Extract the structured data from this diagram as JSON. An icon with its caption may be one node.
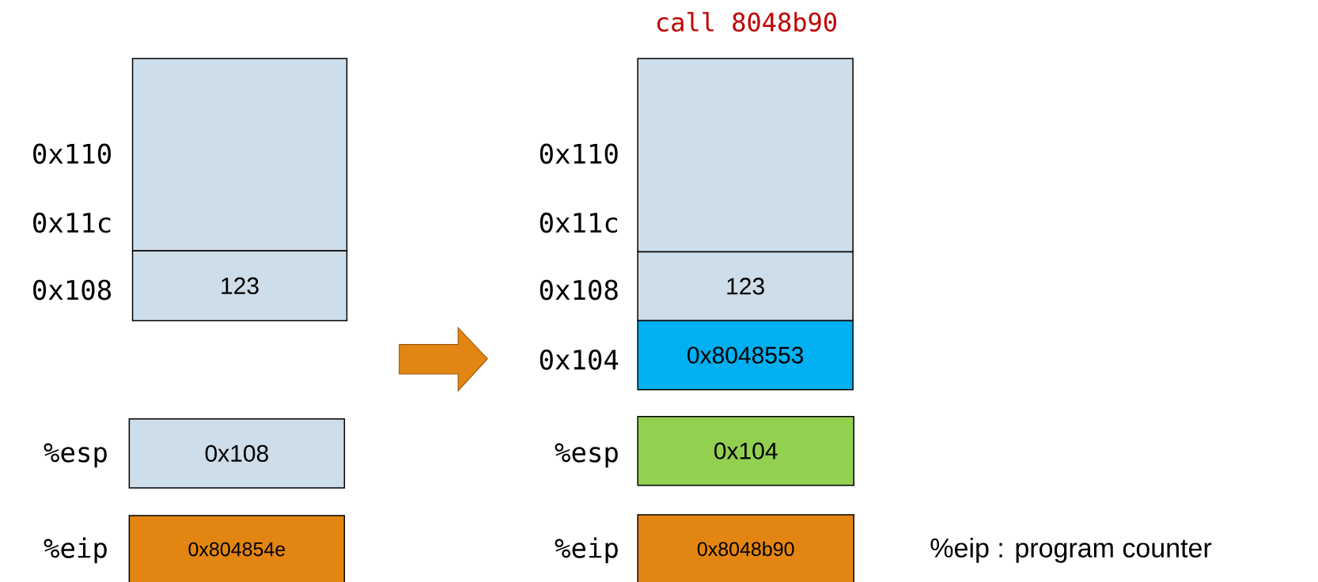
{
  "diagram": {
    "nodes": [
      {
        "text": [],
        "shape": "box"
      },
      {
        "text": [
          "123"
        ]
      },
      {
        "text": [
          "0x108"
        ]
      },
      {
        "text": [
          "0x804854e"
        ]
      },
      {
        "text": [],
        "shape": "box"
      },
      {
        "text": [
          "123"
        ]
      },
      {
        "text": [
          "0x8048553"
        ]
      },
      {
        "text": [
          "0x104"
        ]
      },
      {
        "text": [
          "0x8048b90"
        ]
      }
    ],
    "labels": [
      "call 8048b90",
      "0x110",
      "0x110",
      "0x11c",
      "0x11c",
      "0x108",
      "0x108",
      "0x104",
      "%esp",
      "%esp",
      "%eip",
      "%eip",
      "%eip : program counter"
    ]
  }
}
